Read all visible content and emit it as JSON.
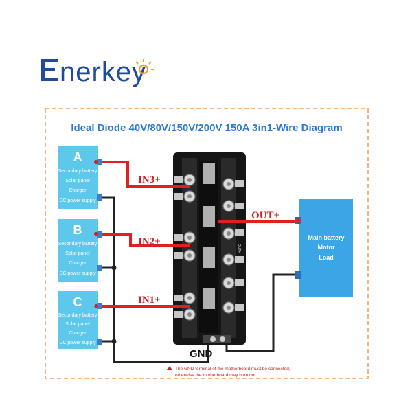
{
  "brand": {
    "name": "nerkey",
    "accent_color": "#f0a020",
    "brand_color": "#1f4aa0"
  },
  "title": "Ideal Diode 40V/80V/150V/200V 150A 3in1-Wire Diagram",
  "sources": [
    {
      "letter": "A",
      "lines": [
        "Secondary battery",
        "Solar panel",
        "Charger",
        "DC power supply"
      ]
    },
    {
      "letter": "B",
      "lines": [
        "Secondary battery",
        "Solar panel",
        "Charger",
        "DC power supply"
      ]
    },
    {
      "letter": "C",
      "lines": [
        "Secondary battery",
        "Solar panel",
        "Charger",
        "DC power supply"
      ]
    }
  ],
  "inputs": [
    "IN3+",
    "IN2+",
    "IN1+"
  ],
  "output_label": "OUT+",
  "load_lines": [
    "Main battery",
    "Motor",
    "Load"
  ],
  "gnd_label": "GND",
  "warning": {
    "line1": "The GND terminal of the motherboard must be connected,",
    "line2": "otherwise the motherboard may burn out."
  },
  "pcb_text": "OUT+",
  "colors": {
    "source_box": "#5ec8ec",
    "load_box": "#3aa6e6",
    "positive_wire": "#e02020",
    "negative_wire": "#222222",
    "frame": "#f0a060"
  }
}
